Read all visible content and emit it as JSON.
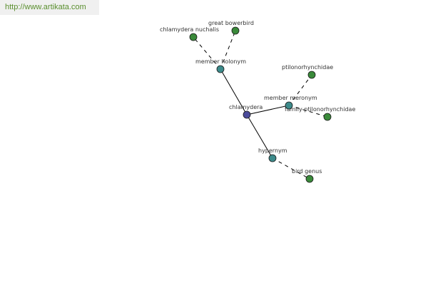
{
  "banner": {
    "url_text": "http://www.artikata.com"
  },
  "colors": {
    "root_node": "#4a4a9a",
    "relation_node": "#3d8b8b",
    "leaf_node": "#3a8a3a",
    "edge": "#000000",
    "url_text": "#5a8f2e"
  },
  "graph": {
    "root": {
      "id": "chlamydera",
      "label": "chlamydera",
      "kind": "root"
    },
    "relations": [
      {
        "id": "member-holonym",
        "label": "member holonym",
        "kind": "relation",
        "leaves": [
          {
            "id": "chlamydera-nuchalis",
            "label": "chlamydera nuchalis",
            "kind": "leaf"
          },
          {
            "id": "great-bowerbird",
            "label": "great bowerbird",
            "kind": "leaf"
          }
        ]
      },
      {
        "id": "member-meronym",
        "label": "member meronym",
        "kind": "relation",
        "leaves": [
          {
            "id": "ptilonorhynchidae",
            "label": "ptilonorhynchidae",
            "kind": "leaf"
          },
          {
            "id": "family-ptilonorhynchidae",
            "label": "family ptilonorhynchidae",
            "kind": "leaf"
          }
        ]
      },
      {
        "id": "hypernym",
        "label": "hypernym",
        "kind": "relation",
        "leaves": [
          {
            "id": "bird-genus",
            "label": "bird genus",
            "kind": "leaf"
          }
        ]
      }
    ]
  }
}
